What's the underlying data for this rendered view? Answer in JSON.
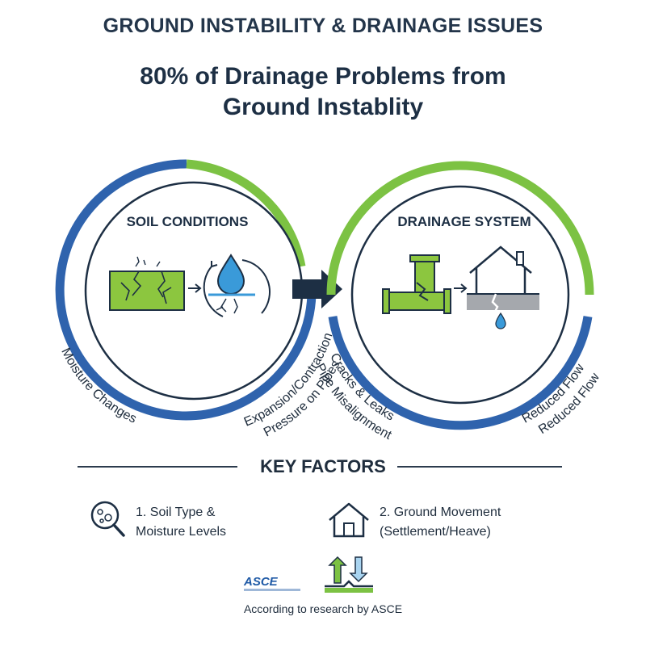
{
  "header": {
    "title": "GROUND INSTABILITY & DRAINAGE ISSUES"
  },
  "headline": {
    "line1": "80% of Drainage Problems from",
    "line2": "Ground Instablity"
  },
  "colors": {
    "blue": "#2f63ad",
    "green": "#7cc243",
    "navy": "#1d2f44",
    "water": "#3a9ad9"
  },
  "left_circle": {
    "title": "SOIL CONDITIONS",
    "label_left": "Moisture Changes",
    "label_right_1": "Expansion/Contraction",
    "label_right_2": "Pressure on Pipes",
    "icons": [
      "cracked-soil-icon",
      "water-drop-icon"
    ]
  },
  "right_circle": {
    "title": "DRAINAGE SYSTEM",
    "label_left_1": "Cracks & Leaks",
    "label_left_2": "Pipe Misalignment",
    "label_right_1": "Reduced Flow",
    "label_right_2": "Reduced Flow",
    "icons": [
      "broken-pipe-icon",
      "house-foundation-icon"
    ]
  },
  "key_factors": {
    "title": "KEY FACTORS",
    "factor1_line1": "1. Soil Type &",
    "factor1_line2": "Moisture Levels",
    "factor2_line1": "2. Ground Movement",
    "factor2_line2": "(Settlement/Heave)"
  },
  "footer": {
    "logo_text": "ASCE",
    "source": "According to research by ASCE"
  }
}
